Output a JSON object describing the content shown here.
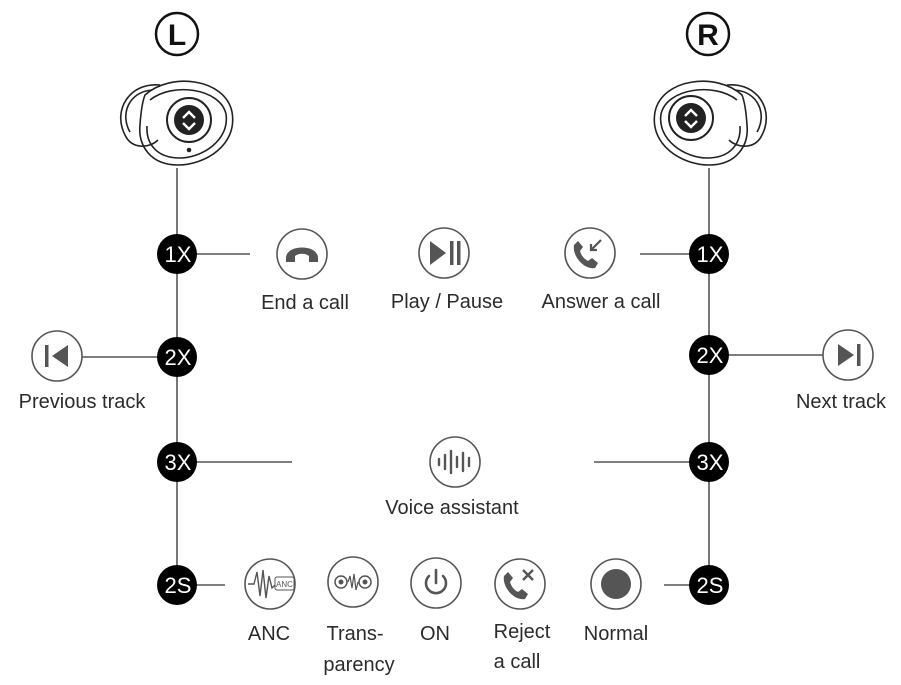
{
  "sides": {
    "left": "L",
    "right": "R"
  },
  "gestures": {
    "tap1": "1X",
    "tap2": "2X",
    "tap3": "3X",
    "hold2": "2S"
  },
  "labels": {
    "end_call": "End a call",
    "play_pause": "Play / Pause",
    "answer_call": "Answer a call",
    "previous_track": "Previous track",
    "next_track": "Next track",
    "voice_assistant": "Voice assistant",
    "anc": "ANC",
    "anc_icon_text": "ANC",
    "transparency_line1": "Trans-",
    "transparency_line2": "parency",
    "on": "ON",
    "reject_line1": "Reject",
    "reject_line2": "a call",
    "normal": "Normal"
  },
  "icons": [
    "earbud-icon",
    "phone-hangup-icon",
    "play-pause-icon",
    "phone-incoming-icon",
    "skip-previous-icon",
    "skip-next-icon",
    "voice-wave-icon",
    "anc-wave-icon",
    "transparency-icon",
    "power-icon",
    "phone-reject-icon",
    "record-dot-icon"
  ],
  "colors": {
    "line": "#555555",
    "icon": "#555555",
    "badge": "#000000",
    "text": "#2b2b2b"
  }
}
